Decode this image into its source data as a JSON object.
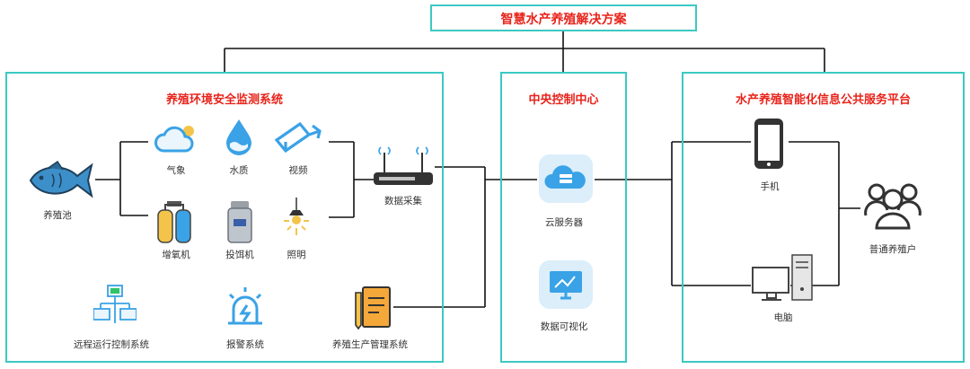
{
  "title": "智慧水产养殖解决方案",
  "panels": {
    "monitoring": {
      "title": "养殖环境安全监测系统",
      "pond": "养殖池",
      "items": [
        "气象",
        "水质",
        "视频",
        "增氧机",
        "投饵机",
        "照明"
      ],
      "collector": "数据采集",
      "bottom": [
        "远程运行控制系统",
        "报警系统",
        "养殖生产管理系统"
      ]
    },
    "center": {
      "title": "中央控制中心",
      "items": [
        "云服务器",
        "数据可视化"
      ]
    },
    "platform": {
      "title": "水产养殖智能化信息公共服务平台",
      "items": [
        "手机",
        "电脑"
      ],
      "user": "普通养殖户"
    }
  },
  "colors": {
    "border": "#3cc9c3",
    "title": "#e8231a",
    "icon": "#3aa2e6",
    "line": "#111111"
  },
  "icons": [
    "fish-icon",
    "cloud-weather-icon",
    "water-drop-icon",
    "camera-icon",
    "oxygen-tank-icon",
    "feeder-icon",
    "lamp-icon",
    "router-icon",
    "network-control-icon",
    "alarm-icon",
    "notebook-icon",
    "cloud-server-icon",
    "monitor-icon",
    "phone-icon",
    "computer-icon",
    "users-icon"
  ]
}
